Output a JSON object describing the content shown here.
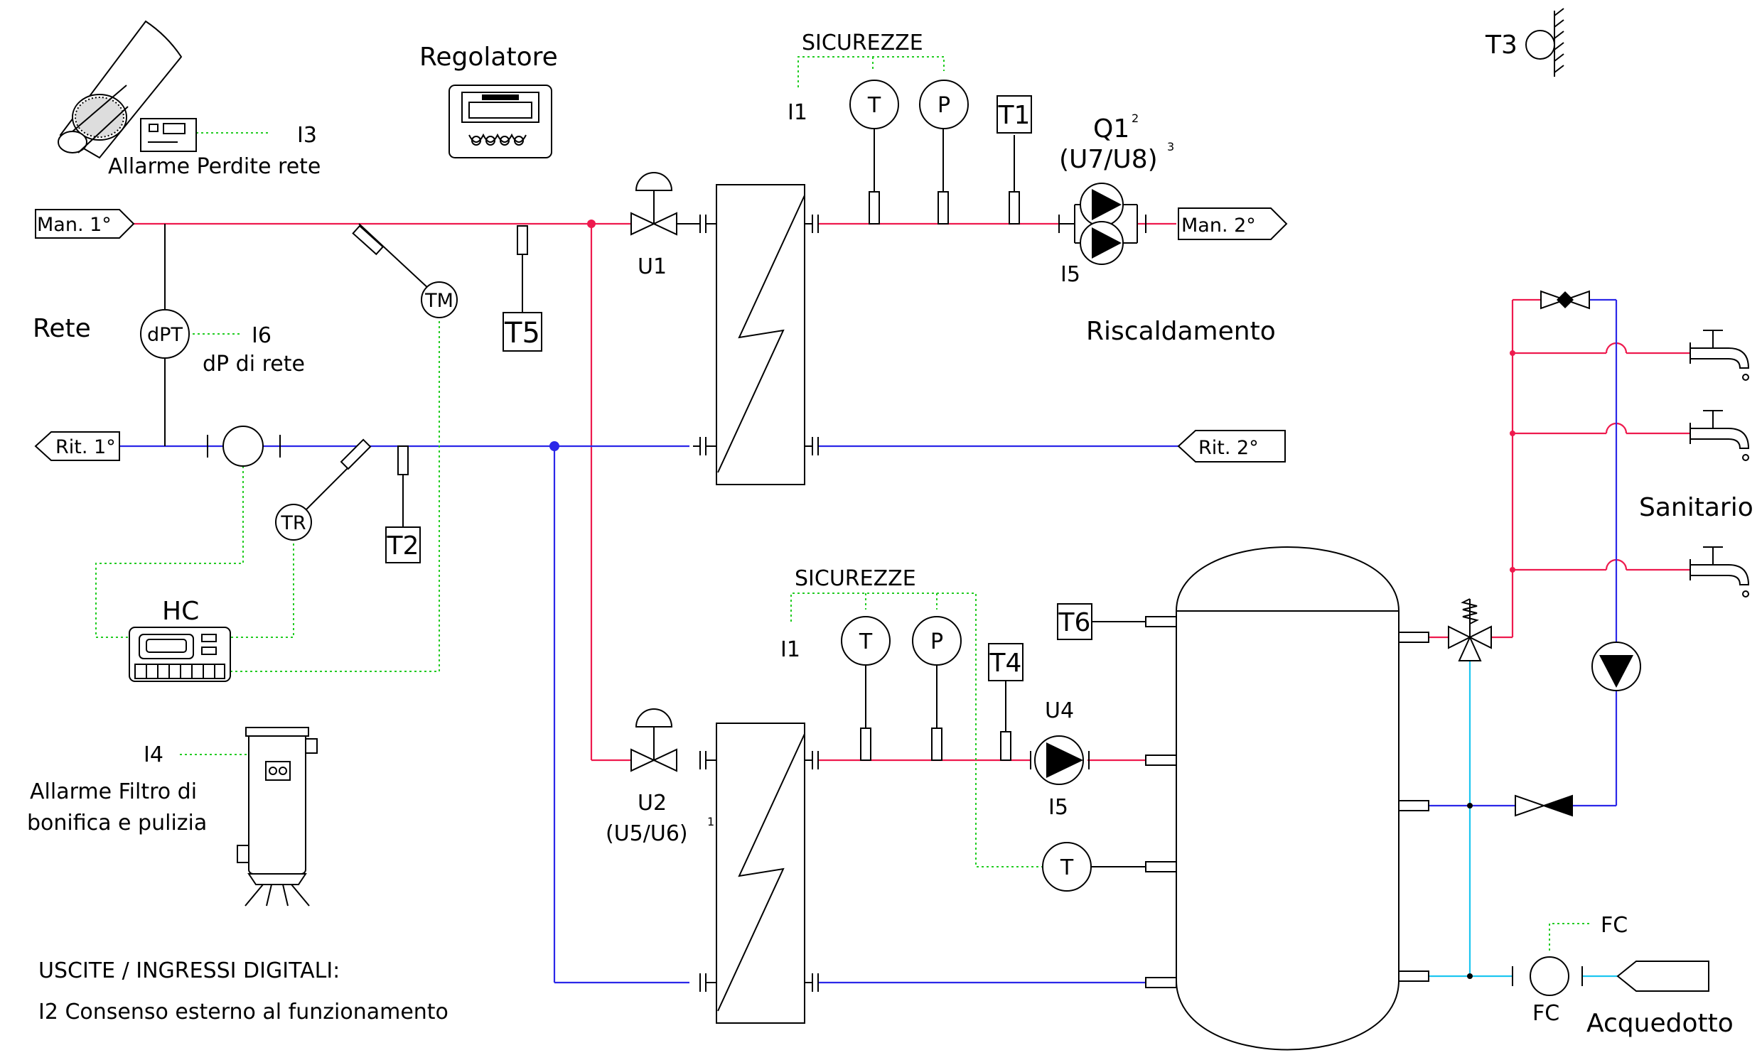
{
  "labels": {
    "regolatore": "Regolatore",
    "sicurezze_top": "SICUREZZE",
    "sicurezze_bottom": "SICUREZZE",
    "t3": "T3",
    "i1_top": "I1",
    "i1_bottom": "I1",
    "t_top": "T",
    "p_top": "P",
    "t_bottom": "T",
    "p_bottom": "P",
    "t_tank": "T",
    "t1": "T1",
    "t2": "T2",
    "t4": "T4",
    "t5": "T5",
    "t6": "T6",
    "q1": "Q1",
    "q1_sub": "(U7/U8)",
    "sup2": "2",
    "sup3": "3",
    "sup1": "1",
    "i3": "I3",
    "allarme_perdite": "Allarme Perdite rete",
    "man1": "Man. 1°",
    "man2": "Man. 2°",
    "rit1": "Rit. 1°",
    "rit2": "Rit. 2°",
    "u1": "U1",
    "u2": "U2",
    "u2_sub": "(U5/U6)",
    "u4": "U4",
    "i5_top": "I5",
    "i5_bottom": "I5",
    "tm": "TM",
    "tr": "TR",
    "dpt": "dPT",
    "i6": "I6",
    "dp_rete": "dP di rete",
    "rete": "Rete",
    "riscaldamento": "Riscaldamento",
    "sanitario": "Sanitario",
    "hc": "HC",
    "i4": "I4",
    "allarme_filtro_1": "Allarme Filtro di",
    "allarme_filtro_2": "bonifica e pulizia",
    "fc_top": "FC",
    "fc_bottom": "FC",
    "acquedotto": "Acquedotto",
    "uscite_title": "USCITE / INGRESSI DIGITALI:",
    "i2_line": "I2  Consenso esterno al funzionamento"
  },
  "colors": {
    "supply": "#ee1a4e",
    "return": "#2b27e8",
    "cold_water": "#1cc6f0",
    "signal": "#22cc22"
  }
}
